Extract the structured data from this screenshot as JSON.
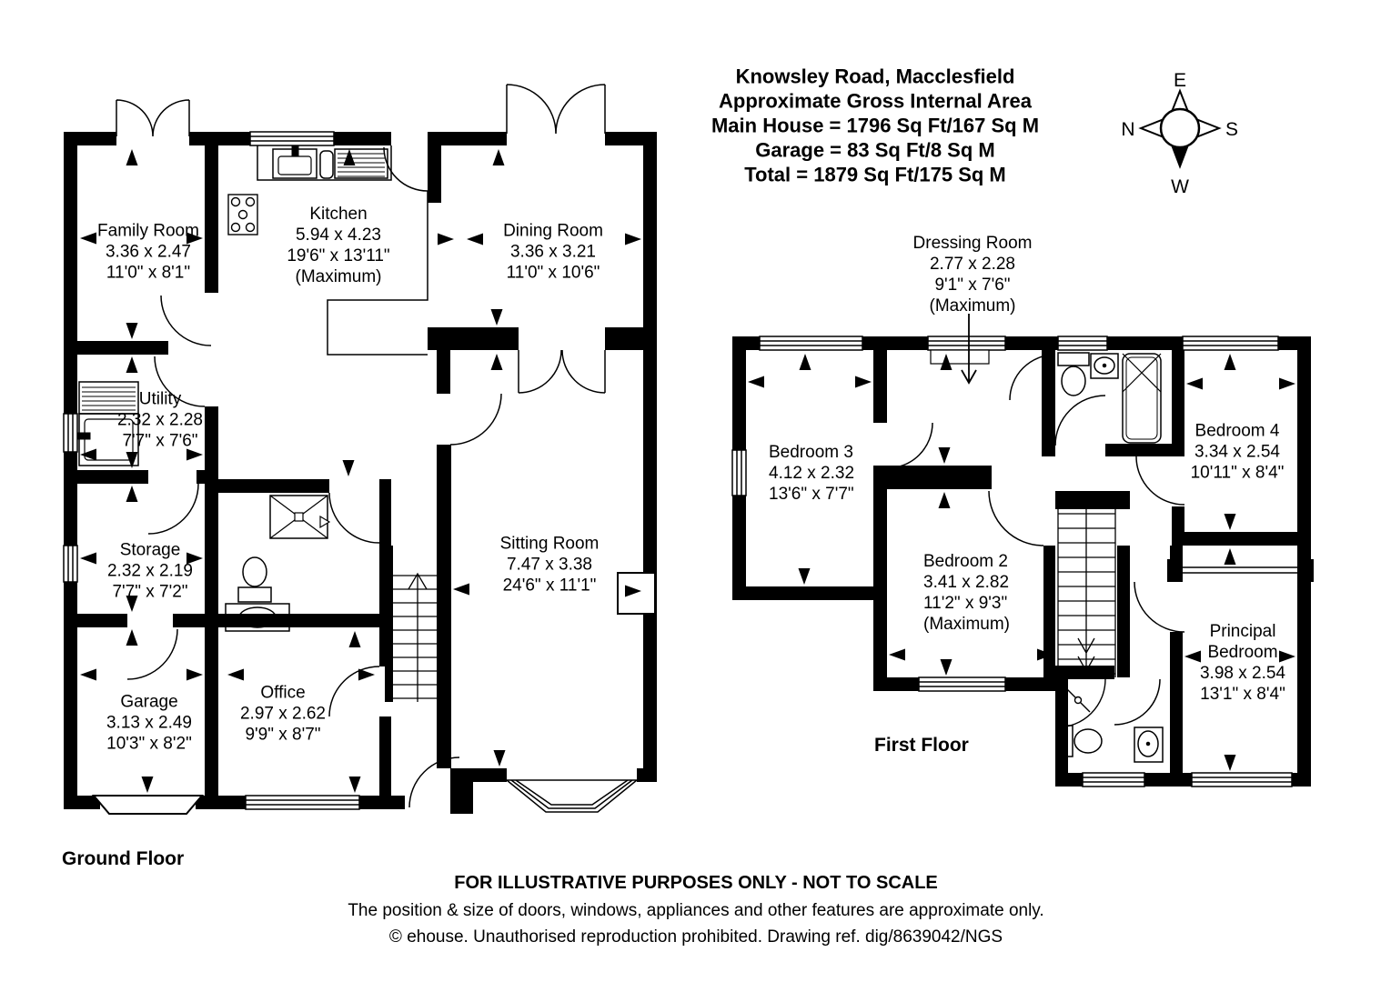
{
  "title": {
    "line1": "Knowsley Road, Macclesfield",
    "line2": "Approximate Gross Internal Area",
    "line3": "Main House = 1796 Sq Ft/167 Sq M",
    "line4": "Garage = 83 Sq Ft/8 Sq M",
    "line5": "Total = 1879 Sq Ft/175 Sq M"
  },
  "compass": {
    "top": "E",
    "left": "N",
    "right": "S",
    "bottom": "W"
  },
  "floors": {
    "ground": {
      "label": "Ground Floor"
    },
    "first": {
      "label": "First Floor"
    }
  },
  "rooms": {
    "family": {
      "name": "Family Room",
      "metric": "3.36 x 2.47",
      "imperial": "11'0\" x 8'1\""
    },
    "kitchen": {
      "name": "Kitchen",
      "metric": "5.94 x 4.23",
      "imperial": "19'6\" x 13'11\"",
      "note": "(Maximum)"
    },
    "dining": {
      "name": "Dining Room",
      "metric": "3.36 x 3.21",
      "imperial": "11'0\" x 10'6\""
    },
    "utility": {
      "name": "Utility",
      "metric": "2.32 x 2.28",
      "imperial": "7'7\" x 7'6\""
    },
    "storage": {
      "name": "Storage",
      "metric": "2.32 x 2.19",
      "imperial": "7'7\" x 7'2\""
    },
    "garage": {
      "name": "Garage",
      "metric": "3.13 x 2.49",
      "imperial": "10'3\" x 8'2\""
    },
    "office": {
      "name": "Office",
      "metric": "2.97 x 2.62",
      "imperial": "9'9\" x 8'7\""
    },
    "sitting": {
      "name": "Sitting Room",
      "metric": "7.47 x 3.38",
      "imperial": "24'6\" x 11'1\""
    },
    "dressing": {
      "name": "Dressing Room",
      "metric": "2.77 x 2.28",
      "imperial": "9'1\" x 7'6\"",
      "note": "(Maximum)"
    },
    "bedroom3": {
      "name": "Bedroom 3",
      "metric": "4.12 x 2.32",
      "imperial": "13'6\" x 7'7\""
    },
    "bedroom2": {
      "name": "Bedroom 2",
      "metric": "3.41 x 2.82",
      "imperial": "11'2\" x 9'3\"",
      "note": "(Maximum)"
    },
    "bedroom4": {
      "name": "Bedroom 4",
      "metric": "3.34 x 2.54",
      "imperial": "10'11\" x 8'4\""
    },
    "principal": {
      "name": "Principal Bedroom",
      "metric": "3.98 x 2.54",
      "imperial": "13'1\" x 8'4\""
    }
  },
  "footer": {
    "line1": "FOR ILLUSTRATIVE PURPOSES ONLY - NOT TO SCALE",
    "line2": "The position & size of doors, windows, appliances and other features are approximate only.",
    "line3": "© ehouse. Unauthorised reproduction prohibited. Drawing ref. dig/8639042/NGS"
  }
}
